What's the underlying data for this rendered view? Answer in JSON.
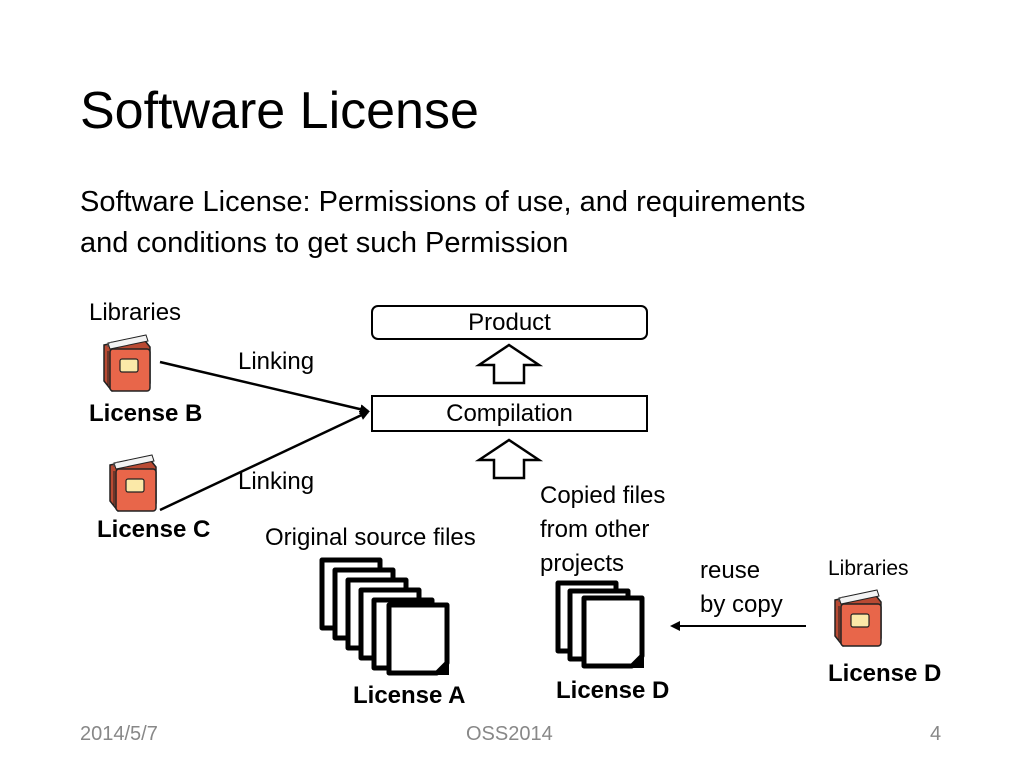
{
  "slide": {
    "title": "Software License",
    "subtitle_line1": "Software License: Permissions of use, and requirements",
    "subtitle_line2": "and conditions to get such Permission"
  },
  "diagram": {
    "libraries_label_left": "Libraries",
    "license_b": "License B",
    "license_c": "License C",
    "linking_top": "Linking",
    "linking_bottom": "Linking",
    "product": "Product",
    "compilation": "Compilation",
    "original_source_files": "Original source files",
    "license_a": "License A",
    "copied_files_line1": "Copied files",
    "copied_files_line2": "from other",
    "copied_files_line3": "projects",
    "license_d_copied": "License D",
    "reuse_line1": "reuse",
    "reuse_line2": "by copy",
    "libraries_label_right": "Libraries",
    "license_d_library": "License D"
  },
  "footer": {
    "date": "2014/5/7",
    "event": "OSS2014",
    "page_number": "4"
  },
  "colors": {
    "book_red": "#e8664a",
    "book_dark": "#b94a33",
    "book_label": "#fbe9a8",
    "footer_gray": "#888888"
  },
  "icons": [
    "book-icon",
    "document-stack-icon",
    "hollow-up-arrow-icon",
    "arrow-icon"
  ]
}
